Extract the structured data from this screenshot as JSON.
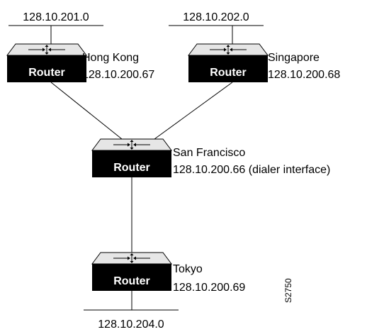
{
  "networks": {
    "hk_lan": "128.10.201.0",
    "sg_lan": "128.10.202.0",
    "tokyo_lan": "128.10.204.0"
  },
  "routers": {
    "hong_kong": {
      "device_label": "Router",
      "name": "Hong Kong",
      "address": "128.10.200.67"
    },
    "singapore": {
      "device_label": "Router",
      "name": "Singapore",
      "address": "128.10.200.68"
    },
    "san_francisco": {
      "device_label": "Router",
      "name": "San Francisco",
      "address": "128.10.200.66 (dialer interface)"
    },
    "tokyo": {
      "device_label": "Router",
      "name": "Tokyo",
      "address": "128.10.200.69"
    }
  },
  "figure_id": "S2750"
}
